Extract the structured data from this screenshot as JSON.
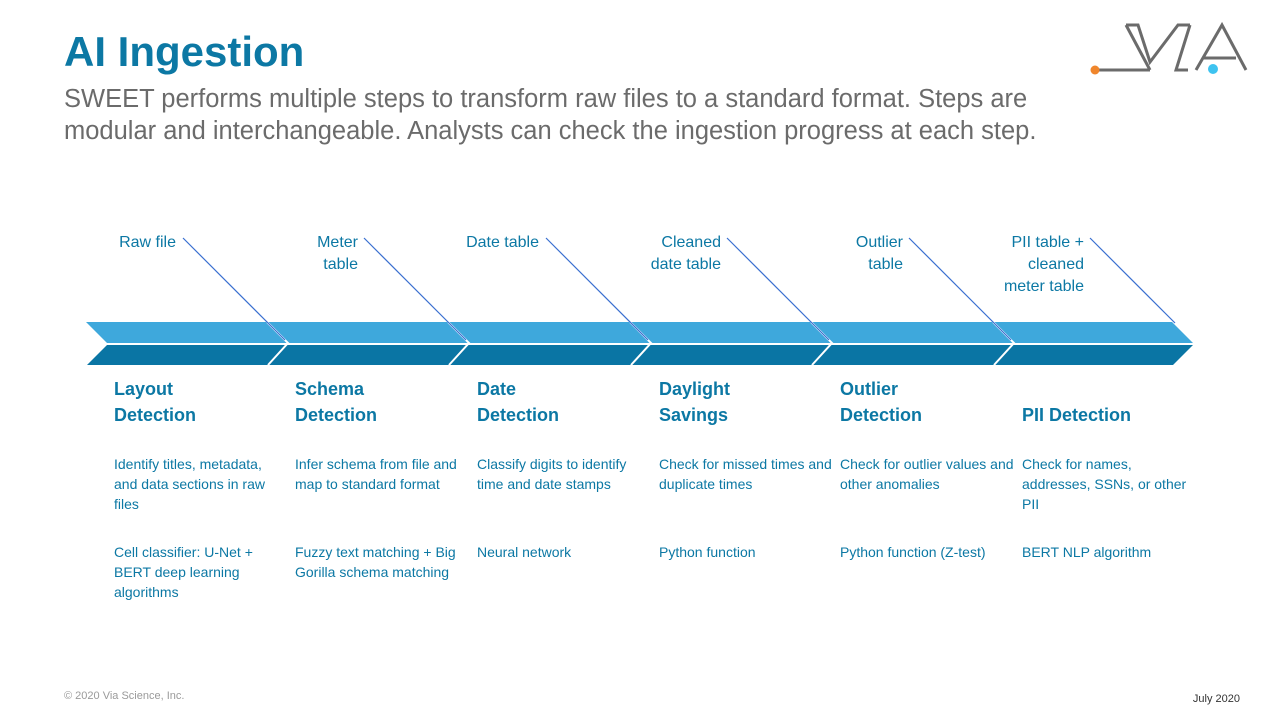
{
  "header": {
    "title": "AI Ingestion",
    "subtitle": "SWEET performs multiple steps to transform raw files to a standard format. Steps are modular and interchangeable. Analysts can check the ingestion progress at each step."
  },
  "logo": {
    "icon": "via-logo",
    "text": "VIA"
  },
  "colors": {
    "title": "#0c78a4",
    "arrow_top": "#3ea8dc",
    "arrow_bottom": "#0a75a4",
    "logo_gray": "#6b6b6b",
    "logo_orange": "#f0862c",
    "logo_blue": "#3ec3f0"
  },
  "outputs": [
    {
      "lines": [
        "Raw file"
      ]
    },
    {
      "lines": [
        "Meter",
        "table"
      ]
    },
    {
      "lines": [
        "Date table"
      ]
    },
    {
      "lines": [
        "Cleaned",
        "date table"
      ]
    },
    {
      "lines": [
        "Outlier",
        "table"
      ]
    },
    {
      "lines": [
        "PII table +",
        "cleaned",
        "meter table"
      ]
    }
  ],
  "steps": [
    {
      "name": [
        "Layout",
        "Detection"
      ],
      "description": "Identify titles, metadata, and data sections in raw files",
      "technology": "Cell classifier: U-Net + BERT deep learning algorithms"
    },
    {
      "name": [
        "Schema",
        "Detection"
      ],
      "description": "Infer schema from file and map to standard format",
      "technology": "Fuzzy text matching + Big Gorilla schema matching"
    },
    {
      "name": [
        "Date",
        "Detection"
      ],
      "description": "Classify digits to identify time and date stamps",
      "technology": "Neural network"
    },
    {
      "name": [
        "Daylight",
        "Savings"
      ],
      "description": "Check for missed times and duplicate times",
      "technology": "Python function"
    },
    {
      "name": [
        "Outlier",
        "Detection"
      ],
      "description": "Check for outlier values and other anomalies",
      "technology": "Python function (Z-test)"
    },
    {
      "name": [
        "PII Detection"
      ],
      "description": "Check for names, addresses, SSNs, or other PII",
      "technology": "BERT NLP algorithm"
    }
  ],
  "footer": {
    "copyright": "© 2020 Via Science, Inc.",
    "date": "July 2020"
  }
}
